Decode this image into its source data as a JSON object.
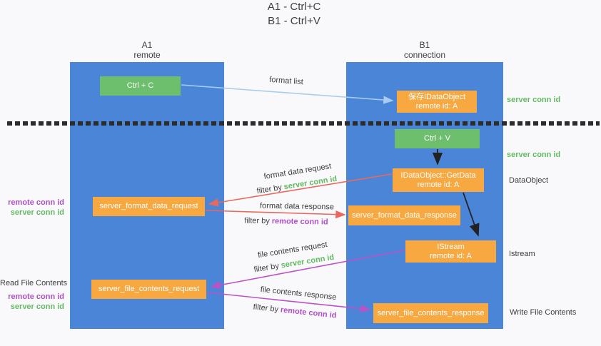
{
  "title": {
    "line1": "A1 - Ctrl+C",
    "line2": "B1 - Ctrl+V"
  },
  "lanes": {
    "left": {
      "id": "A1",
      "role": "remote"
    },
    "right": {
      "id": "B1",
      "role": "connection"
    }
  },
  "nodes": {
    "ctrl_c": {
      "label": "Ctrl + C"
    },
    "ctrl_v": {
      "label": "Ctrl + V"
    },
    "save_idataobject": {
      "line1": "保存IDataObject",
      "line2": "remote id: A"
    },
    "getdata": {
      "line1": "IDataObject::GetData",
      "line2": "remote id: A"
    },
    "istream": {
      "line1": "IStream",
      "line2": "remote id: A"
    },
    "server_format_data_request": {
      "label": "server_format_data_request"
    },
    "server_format_data_response": {
      "label": "server_format_data_response"
    },
    "server_file_contents_request": {
      "label": "server_file_contents_request"
    },
    "server_file_contents_response": {
      "label": "server_file_contents_response"
    }
  },
  "edge_labels": {
    "format_list": "format list",
    "format_data_request": "format data request",
    "format_data_response": "format data response",
    "file_contents_request": "file contents request",
    "file_contents_response": "file contents response",
    "filter_by": "filter by",
    "server_conn_id": "server conn id",
    "remote_conn_id": "remote conn id"
  },
  "side_labels": {
    "left_mid": {
      "remote_conn_id": "remote conn id",
      "server_conn_id": "server conn id"
    },
    "left_bottom": {
      "title": "Read File Contents",
      "remote_conn_id": "remote conn id",
      "server_conn_id": "server conn id"
    },
    "right": {
      "server_conn_id_top": "server conn id",
      "server_conn_id_mid": "server conn id",
      "dataobject": "DataObject",
      "istream": "Istream",
      "write_file_contents": "Write File Contents"
    }
  },
  "colors": {
    "lane_blue": "#4b85d8",
    "node_green": "#6dbe6d",
    "node_orange": "#f8a840",
    "arrow_blue": "#a9cdf0",
    "arrow_red": "#e8695e",
    "arrow_purple": "#bb53c6",
    "arrow_black": "#222222",
    "text_green": "#62bb62",
    "text_purple": "#b04fc8",
    "separator_black": "#2c2c2c"
  }
}
